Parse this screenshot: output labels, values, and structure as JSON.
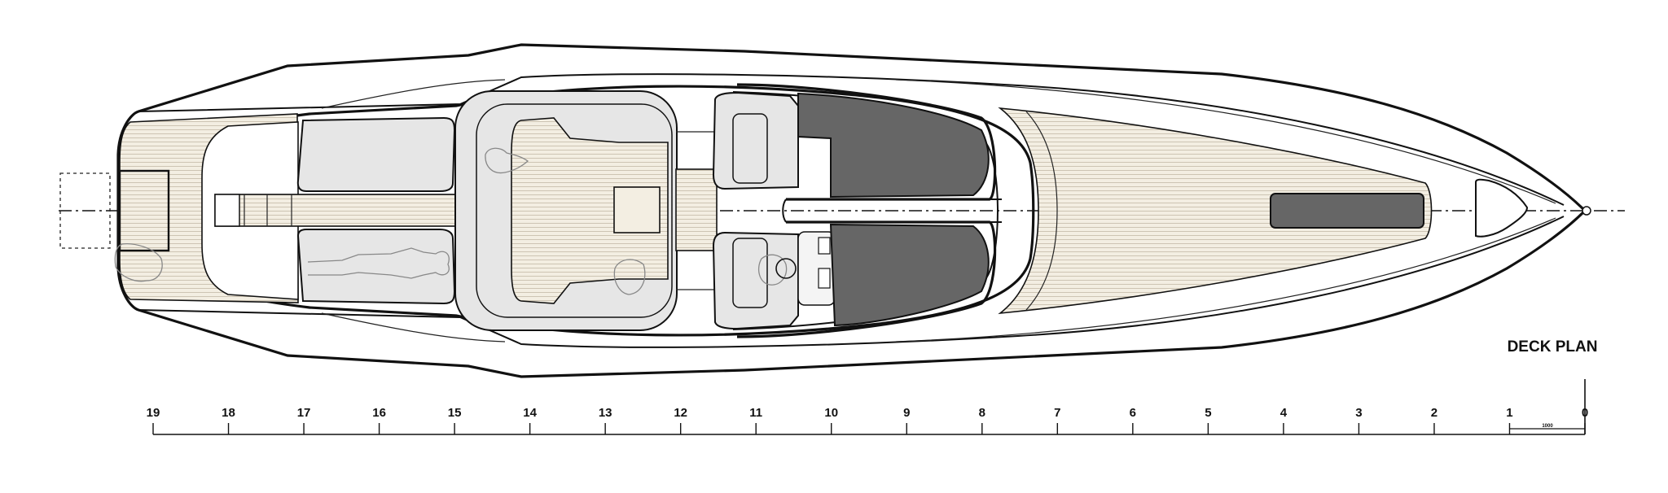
{
  "drawing": {
    "title": "DECK PLAN",
    "scale_bar": {
      "labels": [
        "19",
        "18",
        "17",
        "16",
        "15",
        "14",
        "13",
        "12",
        "11",
        "10",
        "9",
        "8",
        "7",
        "6",
        "5",
        "4",
        "3",
        "2",
        "1",
        "0"
      ],
      "segment_label": "1000"
    }
  },
  "colors": {
    "line": "#111111",
    "teak": "#efe9dc",
    "cushion": "#e6e6e6",
    "hatch": "#666666"
  }
}
